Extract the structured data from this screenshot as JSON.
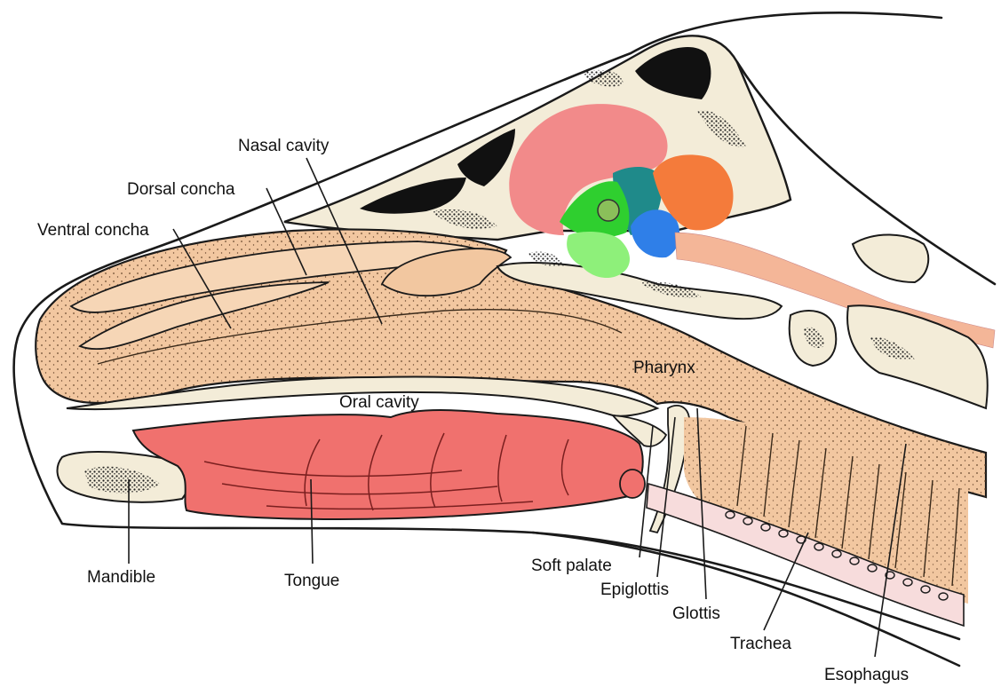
{
  "labels": {
    "nasal_cavity": "Nasal cavity",
    "dorsal_concha": "Dorsal concha",
    "ventral_concha": "Ventral concha",
    "pharynx": "Pharynx",
    "oral_cavity": "Oral cavity",
    "mandible": "Mandible",
    "tongue": "Tongue",
    "soft_palate": "Soft palate",
    "epiglottis": "Epiglottis",
    "glottis": "Glottis",
    "trachea": "Trachea",
    "esophagus": "Esophagus"
  },
  "colors": {
    "bone": "#f3ecd8",
    "cavity": "#f2c7a0",
    "stipple": "#e9b48c",
    "tongue": "#f0716e",
    "cerebrum": "#f28a8a",
    "cerebellum": "#f47b3b",
    "brainstem_teal": "#1f8a8a",
    "diencephalon_green": "#2fcf2f",
    "pituitary_lightgreen": "#8ef07a",
    "pons_blue": "#2f7fe8",
    "spinal_cord": "#f4b698",
    "air_space": "#111111",
    "trachea_wall": "#f7dcdc"
  }
}
